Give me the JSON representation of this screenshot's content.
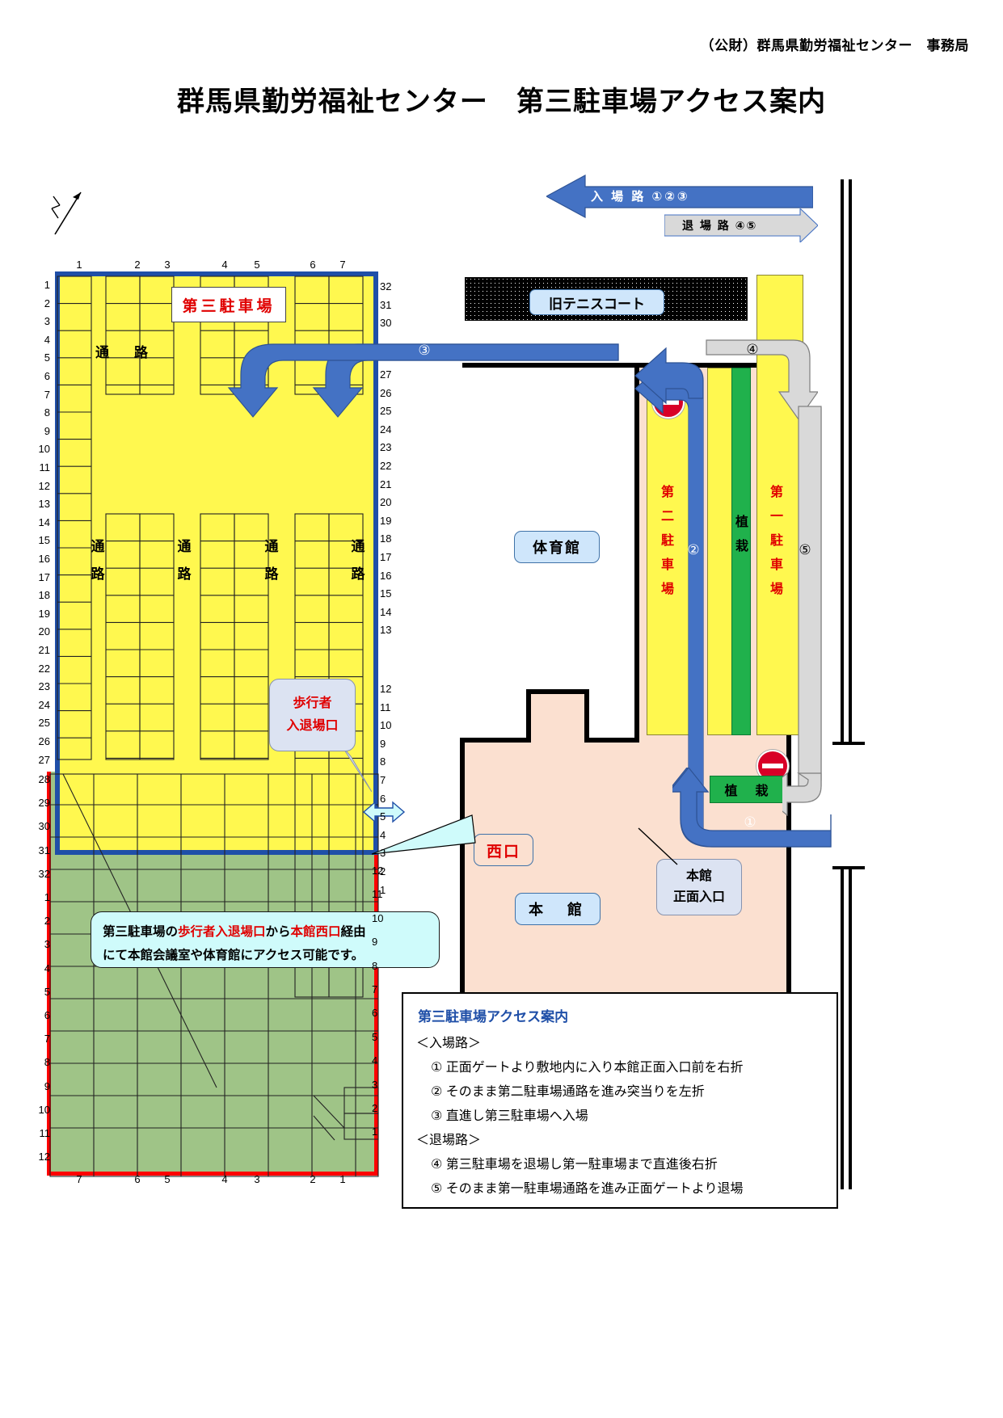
{
  "header": {
    "org": "（公財）群馬県勤労福祉センター　事務局",
    "title": "群馬県勤労福祉センター　第三駐車場アクセス案内"
  },
  "compass": {
    "label": "N"
  },
  "banners": {
    "entry": "入 場 路 ①②③",
    "exit": "退 場 路 ④⑤"
  },
  "map": {
    "third_lot_label": "第三駐車場",
    "aisle_label": "通　路",
    "aisle_vertical": "通路",
    "pedestrian_callout": {
      "line1": "歩行者",
      "line2": "入退場口"
    },
    "tennis_court": "旧テニスコート",
    "gym": "体育館",
    "main_building": "本　館",
    "west_entrance": "西口",
    "front_entrance": {
      "line1": "本館",
      "line2": "正面入口"
    },
    "second_lot": "第二駐車場",
    "first_lot": "第一駐車場",
    "planting_vertical": "植栽",
    "planting_box": "植　栽",
    "markers": [
      "①",
      "②",
      "③",
      "④",
      "⑤"
    ],
    "top_axis": [
      "1",
      "2",
      "3",
      "4",
      "5",
      "6",
      "7"
    ],
    "bottom_axis": [
      "7",
      "6",
      "5",
      "4",
      "3",
      "2",
      "1"
    ],
    "left_axis_upper": [
      "1",
      "2",
      "3",
      "4",
      "5",
      "6",
      "7",
      "8",
      "9",
      "10",
      "11",
      "12",
      "13",
      "14",
      "15",
      "16",
      "17",
      "18",
      "19",
      "20",
      "21",
      "22",
      "23",
      "24",
      "25",
      "26",
      "27"
    ],
    "left_axis_lower": [
      "28",
      "29",
      "30",
      "31",
      "32",
      "1",
      "2",
      "3",
      "4",
      "5",
      "6",
      "7",
      "8",
      "9",
      "10",
      "11",
      "12"
    ],
    "right_axis_upper": [
      "32",
      "31",
      "30"
    ],
    "right_axis_mid": [
      "27",
      "26",
      "25",
      "24",
      "23",
      "22",
      "21",
      "20",
      "19",
      "18",
      "17",
      "16",
      "15",
      "14",
      "13"
    ],
    "right_axis_low": [
      "12",
      "11",
      "10",
      "9",
      "8",
      "7",
      "6",
      "5",
      "4",
      "3",
      "2",
      "1"
    ],
    "right_axis_bottom": [
      "12",
      "11",
      "10",
      "9",
      "8",
      "7",
      "6",
      "5",
      "4",
      "3",
      "2",
      "1"
    ]
  },
  "note": {
    "p1a": "第三駐車場の",
    "p1b": "歩行者入退場口",
    "p1c": "から",
    "p1d": "本館西口",
    "p1e": "経由",
    "p2": "にて本館会議室や体育館にアクセス可能です。"
  },
  "guide": {
    "title": "第三駐車場アクセス案内",
    "entry_head": "＜入場路＞",
    "entry_items": [
      "① 正面ゲートより敷地内に入り本館正面入口前を右折",
      "② そのまま第二駐車場通路を進み突当りを左折",
      "③ 直進し第三駐車場へ入場"
    ],
    "exit_head": "＜退場路＞",
    "exit_items": [
      "④ 第三駐車場を退場し第一駐車場まで直進後右折",
      "⑤ そのまま第一駐車場通路を進み正面ゲートより退場"
    ]
  },
  "colors": {
    "route_blue": "#4472C4",
    "route_gray": "#D9D9D9",
    "lot_yellow": "#FFF84F",
    "green_area": "#9FC487",
    "planting_green": "#20B14C",
    "building_pink": "#FBE0D0",
    "note_cyan": "#CFFBFB",
    "accent_red": "#E00000",
    "title_blue": "#1F4FA8"
  }
}
